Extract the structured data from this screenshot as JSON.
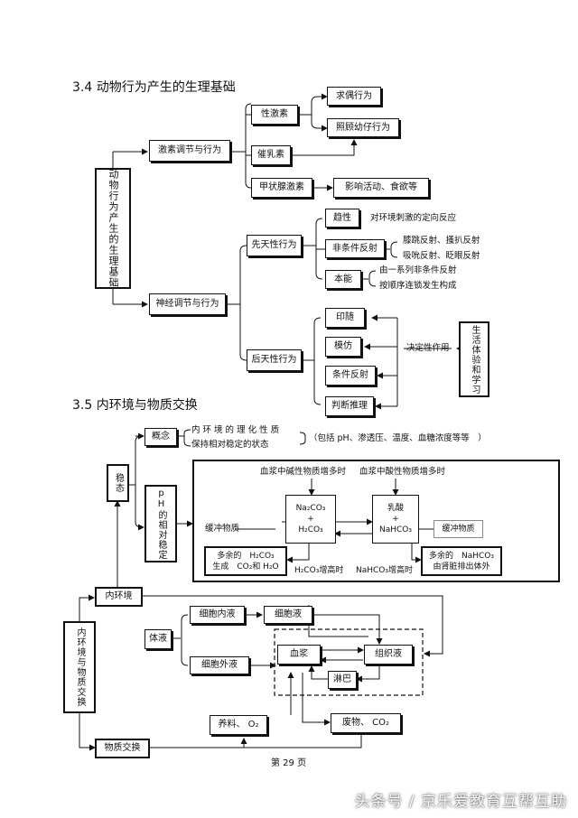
{
  "section1": {
    "title": "3.4 动物行为产生的生理基础",
    "root": "动物行为产生的生理基础",
    "hormone_branch": "激素调节与行为",
    "sex_hormone": "性激素",
    "courtship": "求偶行为",
    "care_young": "照顾幼仔行为",
    "prolactin": "催乳素",
    "thyroid": "甲状腺激素",
    "thyroid_effect": "影响活动、食欲等",
    "nerve_branch": "神经调节与行为",
    "innate": "先天性行为",
    "taxis": "趋性",
    "taxis_desc": "对环境刺激的定向反应",
    "unconditioned": "非条件反射",
    "uncond_desc1": "膝跳反射、搔扒反射",
    "uncond_desc2": "吸吮反射、眨眼反射",
    "instinct": "本能",
    "instinct_desc1": "由一系列非条件反射",
    "instinct_desc2": "按顺序连锁发生构成",
    "learned": "后天性行为",
    "imprinting": "印随",
    "imitation": "模仿",
    "conditioned": "条件反射",
    "reasoning": "判断推理",
    "decisive": "决定性作用",
    "life_exp": "生活体验和学习"
  },
  "section2": {
    "title": "3.5 内环境与物质交换",
    "homeostasis": "稳态",
    "concept": "概念",
    "concept_line1": "内 环 境 的 理 化 性 质",
    "concept_line2": "保持相对稳定的状态",
    "concept_note": "（包括 pH、渗透压、温度、血糖浓度等等　）",
    "ph_stable": "pH的相对稳定",
    "base_increase": "血浆中碱性物质增多时",
    "acid_increase": "血浆中酸性物质增多时",
    "na2co3": "Na₂CO₃",
    "plus1": "+",
    "h2co3": "H₂CO₃",
    "lactic": "乳酸",
    "plus2": "+",
    "nahco3": "NaHCO₃",
    "buffer_left": "缓冲物质",
    "buffer_right": "缓冲物质",
    "excess_h2co3_1": "多余的　H₂CO₃",
    "excess_h2co3_2": "生成　CO₂和 H₂O",
    "excess_nahco3_1": "多余的　NaHCO₃",
    "excess_nahco3_2": "由肾脏排出体外",
    "h2co3_up": "H₂CO₃增高时",
    "nahco3_up": "NaHCO₃增高时",
    "internal_env": "内环境",
    "root2": "内环境与物质交换",
    "body_fluid": "体液",
    "intracellular": "细胞内液",
    "cell_fluid": "细胞液",
    "extracellular": "细胞外液",
    "plasma": "血浆",
    "tissue_fluid": "组织液",
    "lymph": "淋巴",
    "exchange": "物质交换",
    "nutrients": "养料、 O₂",
    "waste": "废物、 CO₂"
  },
  "footer": {
    "page": "第 29 页"
  },
  "watermark": "头条号 / 京乐爱教育互帮互助"
}
